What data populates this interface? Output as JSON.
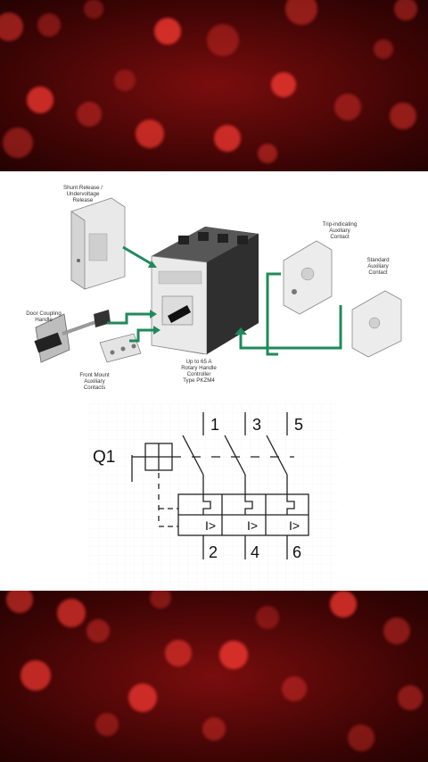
{
  "labels": {
    "shunt": [
      "Shunt Release /",
      "Undervoltage",
      "Release"
    ],
    "door": [
      "Door Coupling",
      "Handle"
    ],
    "front": [
      "Front Mount",
      "Auxiliary",
      "Contacts"
    ],
    "controller": [
      "Up to 65 A",
      "Rotary Handle",
      "Controller",
      "Type PKZM4"
    ],
    "trip": [
      "Trip-indicating",
      "Auxiliary",
      "Contact"
    ],
    "standard": [
      "Standard",
      "Auxiliary",
      "Contact"
    ]
  },
  "schematic": {
    "device": "Q1",
    "top_terminals": [
      "1",
      "3",
      "5"
    ],
    "bottom_terminals": [
      "2",
      "4",
      "6"
    ],
    "overcurrent_symbol": "I>"
  },
  "colors": {
    "arrow": "#1f8a5a",
    "bokeh": "#e8352e"
  }
}
